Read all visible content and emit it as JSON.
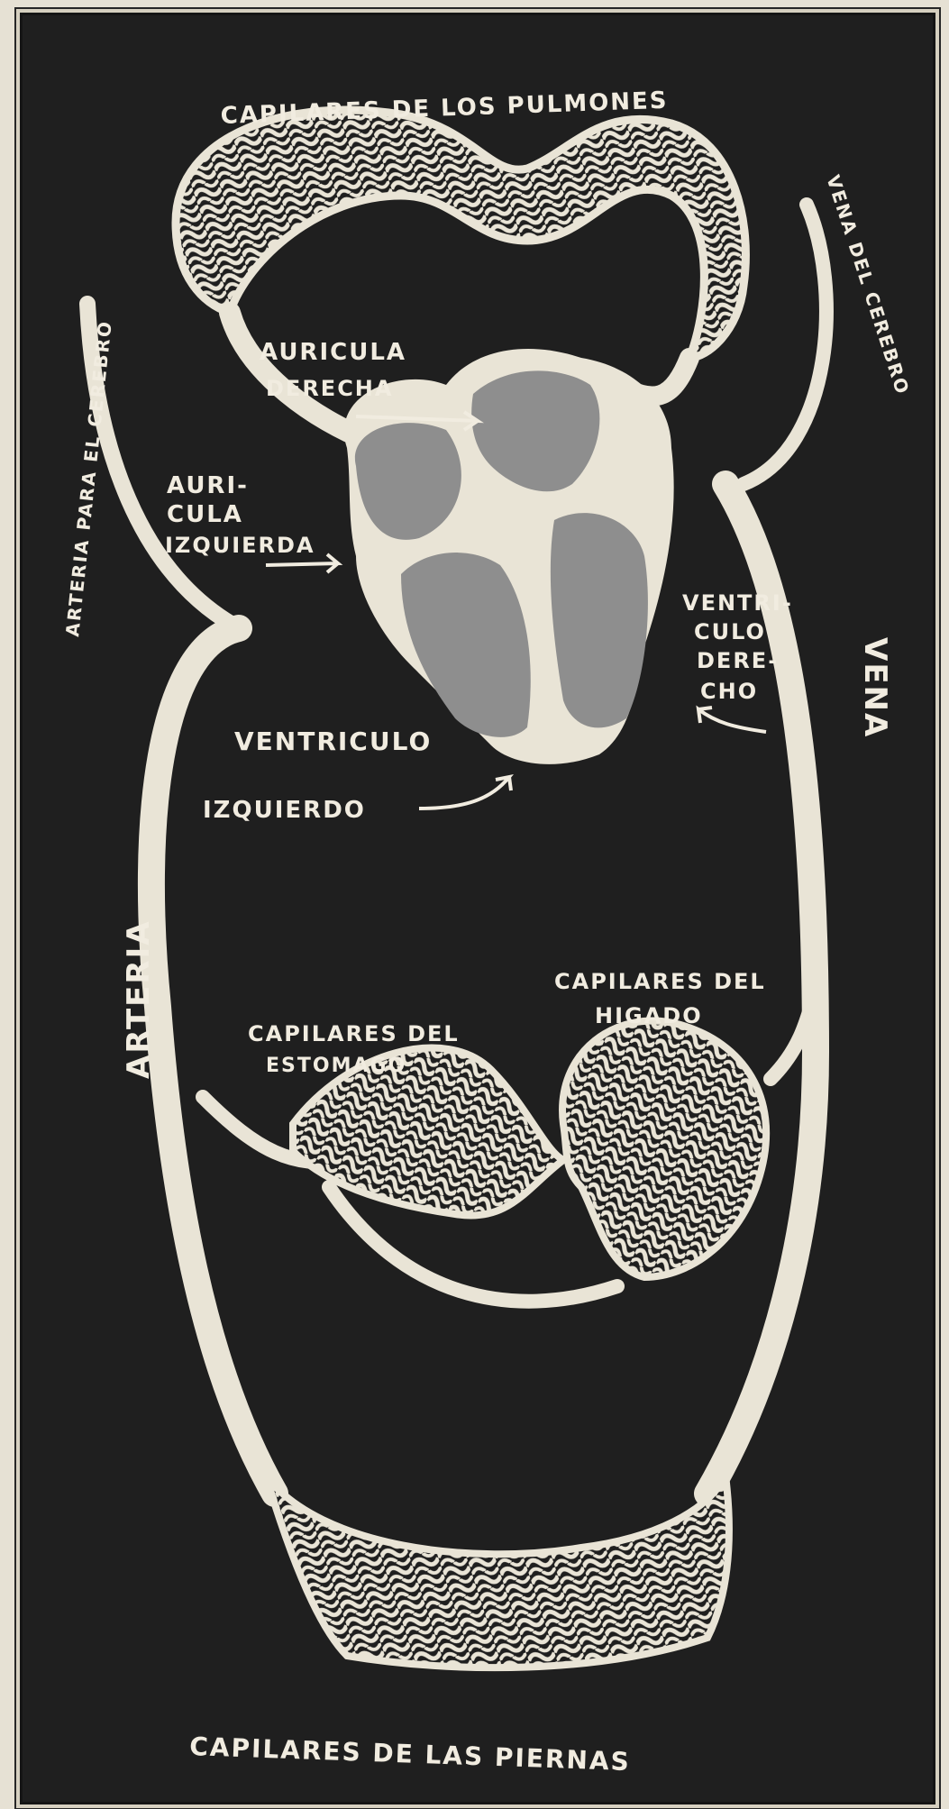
{
  "diagram": {
    "labels": {
      "lung_capillaries": "CAPILARES DE LOS PULMONES",
      "brain_vein": "VENA DEL CEREBRO",
      "brain_artery": "ARTERIA PARA EL CEREBRO",
      "right_atrium_line1": "AURICULA",
      "right_atrium_line2": "DERECHA",
      "left_atrium_line1": "AURI-",
      "left_atrium_line2": "CULA",
      "left_atrium_line3": "IZQUIERDA",
      "right_ventricle_line1": "VENTRI-",
      "right_ventricle_line2": "CULO",
      "right_ventricle_line3": "DERE-",
      "right_ventricle_line4": "CHO",
      "left_ventricle_line1": "VENTRICULO",
      "left_ventricle_line2": "IZQUIERDO",
      "vein": "VENA",
      "artery": "ARTERIA",
      "liver_capillaries_line1": "CAPILARES DEL",
      "liver_capillaries_line2": "HIGADO",
      "stomach_capillaries_line1": "CAPILARES DEL",
      "stomach_capillaries_line2": "ESTOMAGO",
      "leg_capillaries": "CAPILARES DE LAS PIERNAS"
    },
    "colors": {
      "background": "#1f1f1f",
      "vessel": "#e9e4d6",
      "heart": "#8e8e8e",
      "label": "#f1ece0",
      "paper": "#e6e1d4"
    }
  }
}
